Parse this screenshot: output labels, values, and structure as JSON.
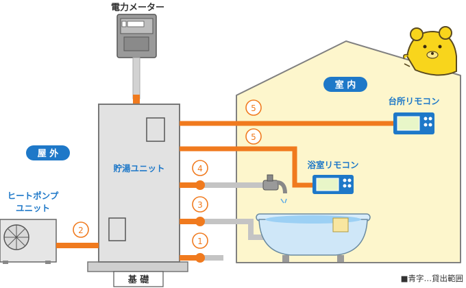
{
  "labels": {
    "meter": "電力メーター",
    "indoor": "室 内",
    "outdoor": "屋 外",
    "tank": "貯湯ユニット",
    "heat_pump_line1": "ヒートポンプ",
    "heat_pump_line2": "ユニット",
    "kitchen_remote": "台所リモコン",
    "bath_remote": "浴室リモコン",
    "foundation": "基 礎",
    "legend": "■青字…貸出範囲"
  },
  "markers": {
    "m5a": "5",
    "m5b": "5",
    "m4": "4",
    "m3": "3",
    "m2": "2",
    "m1": "1"
  },
  "colors": {
    "pipe": "#f07a1e",
    "house_fill": "#fdf6cc",
    "blue_label": "#1e78c8",
    "tank": "#e2e2e2",
    "gray_pipe": "#c4c4c4"
  }
}
